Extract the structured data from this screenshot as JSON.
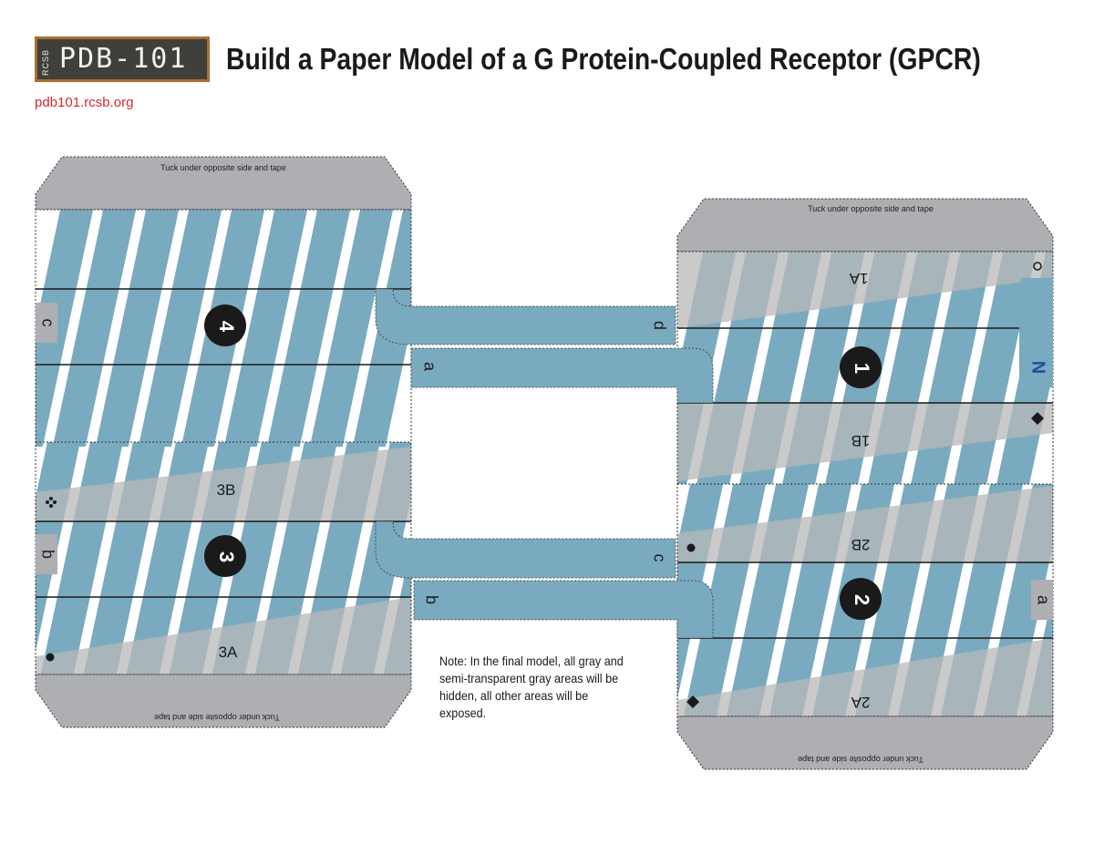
{
  "header": {
    "logo_small": "RCSB",
    "logo_main": "PDB-101",
    "title": "Build a Paper Model of a G Protein-Coupled Receptor (GPCR)",
    "url": "pdb101.rcsb.org"
  },
  "left_panel": {
    "tab_top": "Tuck under opposite side and tape",
    "tab_bottom": "Tuck under opposite side and tape",
    "helix_top_number": "4",
    "helix_bottom_number": "3",
    "gray_label_upper": "3B",
    "gray_label_lower": "3A",
    "side_letter_upper": "c",
    "side_letter_lower": "b"
  },
  "right_panel": {
    "tab_top": "Tuck under opposite side and tape",
    "tab_bottom": "Tuck under opposite side and tape",
    "helix_top_number": "1",
    "helix_bottom_number": "2",
    "gray_label_1a": "1A",
    "gray_label_1b": "1B",
    "gray_label_2b": "2B",
    "gray_label_2a": "2A",
    "terminus_letter": "N",
    "side_letter_lower": "a"
  },
  "connectors": {
    "upper_top_letter": "d",
    "upper_bottom_letter": "a",
    "lower_top_letter": "c",
    "lower_bottom_letter": "b"
  },
  "note": "Note: In the final model, all gray and semi-transparent gray areas will be hidden, all other areas will be exposed.",
  "colors": {
    "helix_blue": "#7aaabf",
    "tab_gray": "#aeafb2",
    "band_gray": "#b8b8b8",
    "marker_black": "#1a1a1a",
    "terminus_blue": "#1f4f9a",
    "url_red": "#d9272e"
  }
}
